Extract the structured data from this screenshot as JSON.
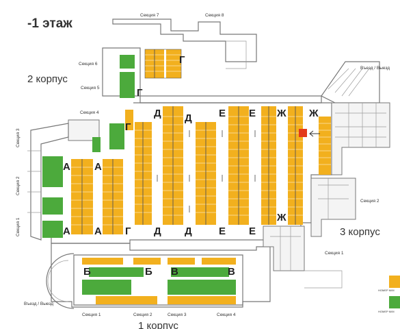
{
  "title": "-1 этаж",
  "buildings": {
    "k1": "1 корпус",
    "k2": "2 корпус",
    "k3": "3 корпус"
  },
  "sections": {
    "s7": "Секция 7",
    "s8": "Секция 8",
    "s6": "Секция 6",
    "s5": "Секция 5",
    "s4": "Секция 4",
    "s3": "Секция 3",
    "s2": "Секция 2",
    "s1": "Секция 1",
    "k3s2": "Секция 2",
    "k3s1": "Секция 1",
    "k1s1": "Секция 1",
    "k1s2": "Секция 2",
    "k1s3": "Секция 3",
    "k1s4": "Секция 4"
  },
  "exits": {
    "top": "Въезд / Выезд",
    "bottom": "Въезд / Выезд"
  },
  "zones": {
    "G1": "Г",
    "G2": "Г",
    "G3": "Г",
    "G4": "Г",
    "D1": "Д",
    "D2": "Д",
    "D3": "Д",
    "D4": "Д",
    "E1": "Е",
    "E2": "Е",
    "E3": "Е",
    "E4": "Е",
    "Zh1": "Ж",
    "Zh2": "Ж",
    "Zh3": "Ж",
    "A1": "А",
    "A2": "А",
    "A3": "А",
    "A4": "А",
    "B1": "Б",
    "B2": "Б",
    "V1": "В",
    "V2": "В"
  },
  "legend": {
    "item1": "НОМЕР М/М",
    "item2": "НОМЕР М/М"
  },
  "colors": {
    "parking": "#f2b01e",
    "storage": "#4caa3c",
    "highlight": "#e33a1a",
    "wall": "#777777",
    "background": "#ffffff"
  },
  "marker": "arrow-left"
}
